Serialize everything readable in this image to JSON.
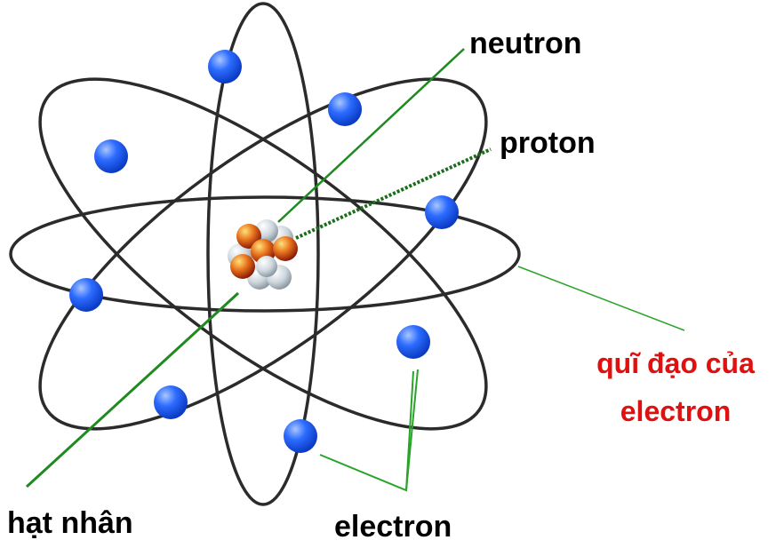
{
  "labels": {
    "neutron": "neutron",
    "proton": "proton",
    "orbit_line1": "quĩ đạo của",
    "orbit_line2": "electron",
    "nucleus": "hạt nhân",
    "electron": "electron"
  },
  "colors": {
    "orbit": "#2b2b2b",
    "leader": "#1f8a1f",
    "leader_dotted": "#1a6e1a",
    "electron_fill": "#1c56f0",
    "electron_highlight": "#8fb4ff",
    "neutron_fill": "#c9d3da",
    "proton_fill": "#e0681a",
    "label_text": "#000000",
    "label_red": "#e01010"
  }
}
